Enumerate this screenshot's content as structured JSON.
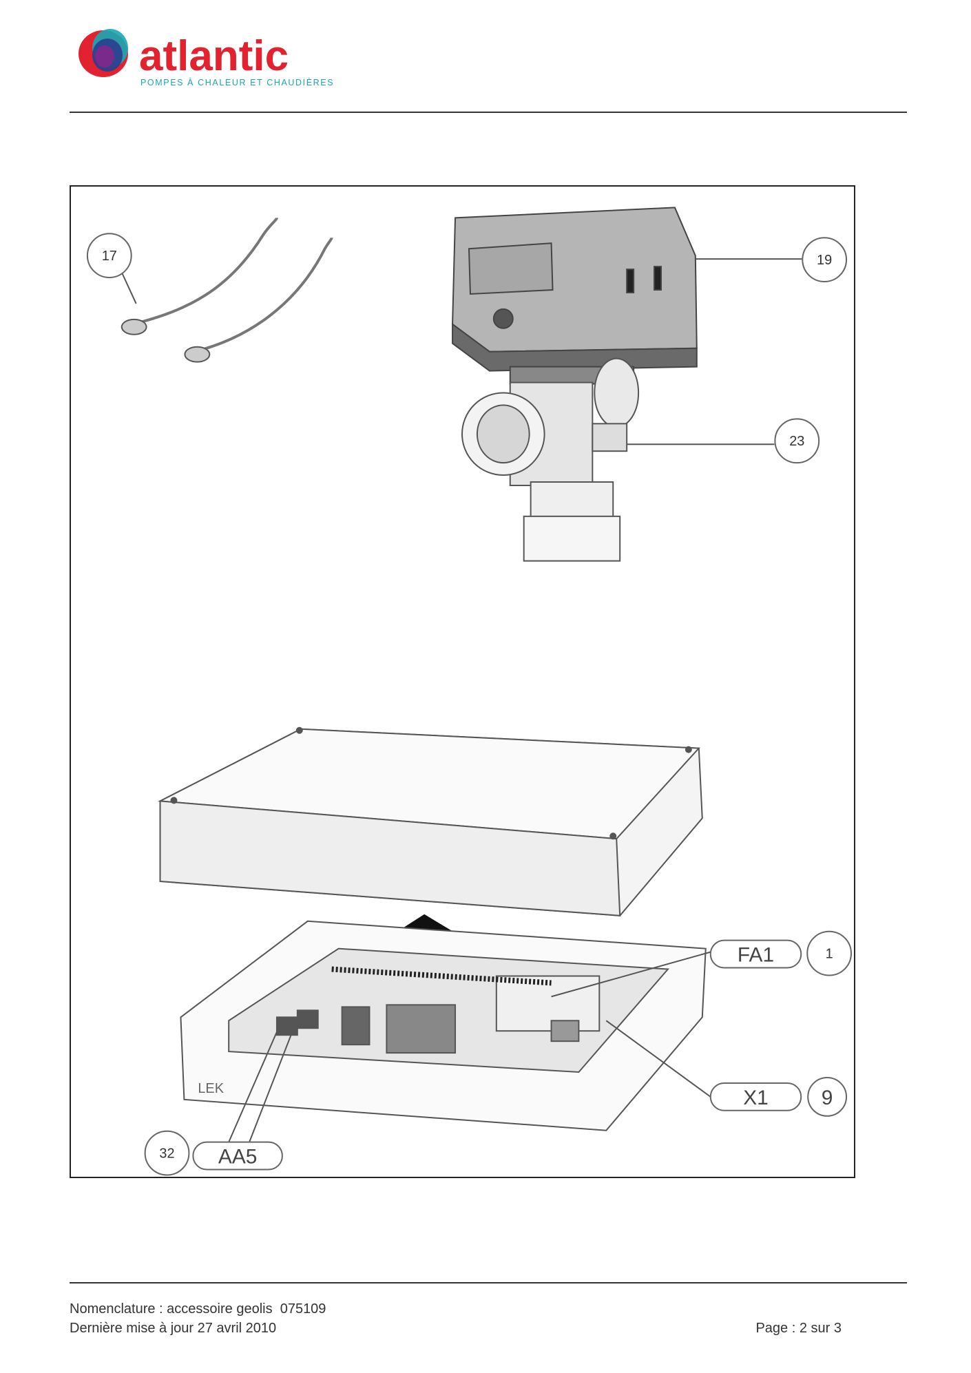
{
  "header": {
    "brand_name": "atlantic",
    "brand_tagline": "POMPES À CHALEUR ET CHAUDIÈRES",
    "brand_colors": {
      "primary": "#e2232f",
      "blue": "#2a3e8f",
      "purple": "#7a2a8a",
      "teal": "#18a7b5"
    }
  },
  "figure": {
    "callouts": {
      "c17": "17",
      "c19": "19",
      "c23": "23",
      "c1": "1",
      "c9": "9",
      "c32": "32"
    },
    "tags": {
      "fa1": "FA1",
      "x1": "X1",
      "aa5": "AA5",
      "lek": "LEK"
    }
  },
  "footer": {
    "line1": "Nomenclature : accessoire geolis  075109",
    "line2": "Dernière mise à jour 27 avril 2010",
    "page": "Page : 2 sur 3"
  }
}
